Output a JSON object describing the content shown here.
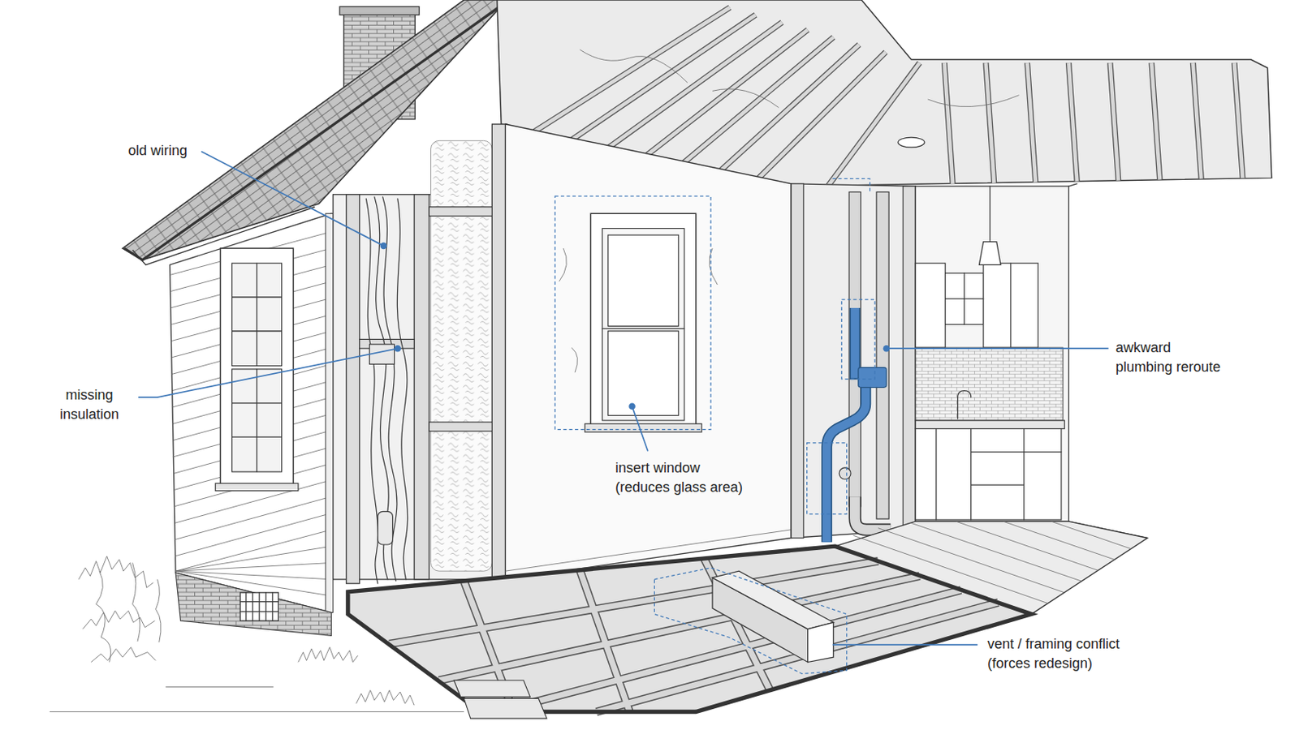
{
  "diagram": {
    "labels": [
      "old wiring",
      "missing insulation",
      "insert window (reduces glass area)",
      "awkward plumbing reroute",
      "vent / framing conflict (forces redesign)"
    ]
  }
}
